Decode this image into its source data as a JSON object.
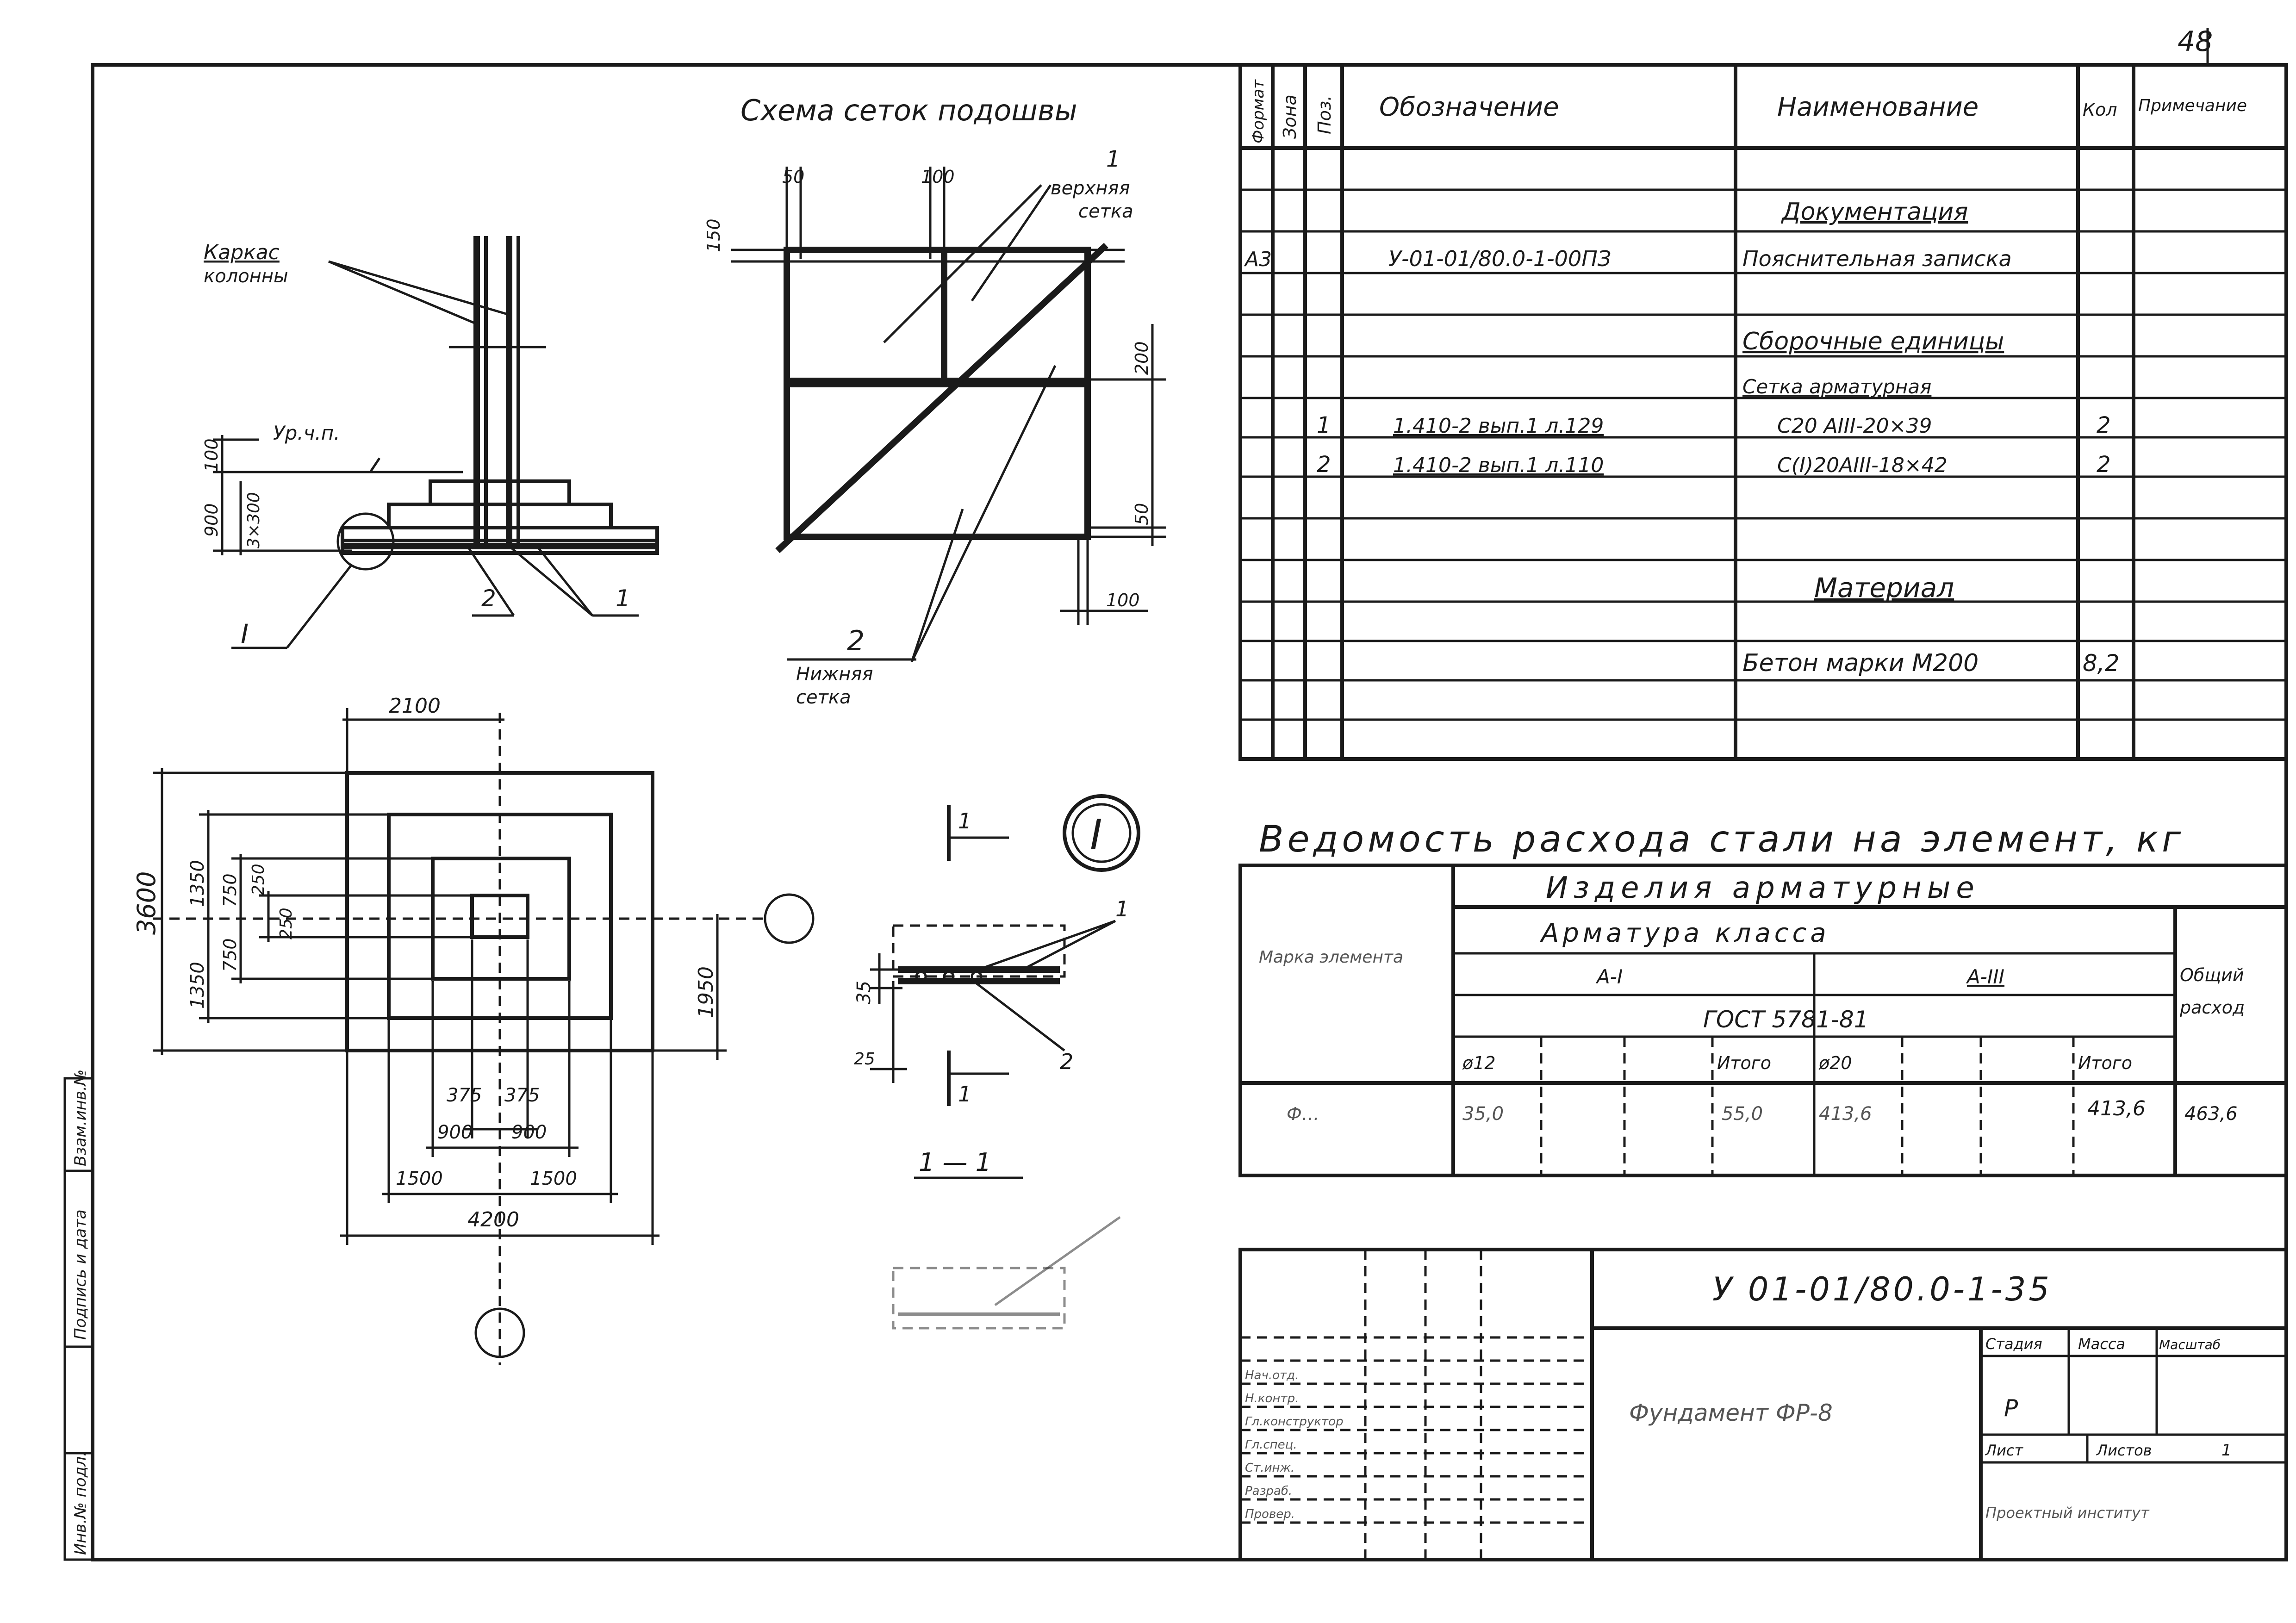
{
  "page_number": "48",
  "scheme": {
    "title": "Схема сеток подошвы",
    "upper_mesh_no": "1",
    "upper_mesh_label_1": "верхняя",
    "upper_mesh_label_2": "сетка",
    "lower_mesh_no": "2",
    "lower_mesh_label_1": "Нижняя",
    "lower_mesh_label_2": "сетка",
    "dims": [
      "50",
      "100",
      "150",
      "200",
      "50",
      "100"
    ]
  },
  "section_view": {
    "frame_label_1": "Каркас",
    "frame_label_2": "колонны",
    "level_label": "Ур.ч.п.",
    "dim_100": "100",
    "dim_900": "900",
    "dim_3x300": "3×300",
    "callout_roman": "I",
    "pos_2": "2",
    "pos_1": "1"
  },
  "plan_view": {
    "dim_2100": "2100",
    "dim_3600": "3600",
    "dim_1350_top": "1350",
    "dim_1350_bottom": "1350",
    "dim_750_top": "750",
    "dim_750_bottom": "750",
    "dim_250_top": "250",
    "dim_250_bottom": "250",
    "dim_1950": "1950",
    "dim_375_a": "375",
    "dim_375_b": "375",
    "dim_900_a": "900",
    "dim_900_b": "900",
    "dim_1500_a": "1500",
    "dim_1500_b": "1500",
    "dim_4200": "4200"
  },
  "detail_view": {
    "roman": "I",
    "cut_no": "1",
    "section_label": "1 — 1",
    "dim_35": "35",
    "dim_25": "25",
    "pos_1": "1",
    "pos_2": "2"
  },
  "spec_table": {
    "headers": [
      "Формат",
      "Зона",
      "Поз.",
      "Обозначение",
      "Наименование",
      "Кол",
      "Примечание"
    ],
    "rows": [
      {
        "fmt": "",
        "zone": "",
        "pos": "",
        "code": "",
        "name": "Документация",
        "qty": "",
        "note": "",
        "section": true
      },
      {
        "fmt": "А3",
        "zone": "",
        "pos": "",
        "code": "У-01-01/80.0-1-00ПЗ",
        "name": "Пояснительная записка",
        "qty": "",
        "note": "",
        "section": false
      },
      {
        "fmt": "",
        "zone": "",
        "pos": "",
        "code": "",
        "name": "",
        "qty": "",
        "note": "",
        "section": false
      },
      {
        "fmt": "",
        "zone": "",
        "pos": "",
        "code": "",
        "name": "Сборочные единицы",
        "qty": "",
        "note": "",
        "section": true
      },
      {
        "fmt": "",
        "zone": "",
        "pos": "",
        "code": "",
        "name": "Сетка арматурная",
        "qty": "",
        "note": "",
        "section": false
      },
      {
        "fmt": "",
        "zone": "",
        "pos": "1",
        "code": "1.410-2 вып.1 л.129",
        "name": "С20 АIII-20×39",
        "qty": "2",
        "note": "",
        "section": false
      },
      {
        "fmt": "",
        "zone": "",
        "pos": "2",
        "code": "1.410-2 вып.1 л.110",
        "name": "С(I)20АIII-18×42",
        "qty": "2",
        "note": "",
        "section": false
      },
      {
        "fmt": "",
        "zone": "",
        "pos": "",
        "code": "",
        "name": "",
        "qty": "",
        "note": "",
        "section": false
      },
      {
        "fmt": "",
        "zone": "",
        "pos": "",
        "code": "",
        "name": "Материал",
        "qty": "",
        "note": "",
        "section": true
      },
      {
        "fmt": "",
        "zone": "",
        "pos": "",
        "code": "",
        "name": "Бетон марки М200",
        "qty": "8,2",
        "note": "",
        "section": false
      }
    ]
  },
  "steel_table": {
    "title": "Ведомость расхода стали на элемент, кг",
    "products": "Изделия арматурные",
    "rebar_class": "Арматура класса",
    "mark_col": "Марка элемента",
    "class_a1": "А-I",
    "class_a3": "А-III",
    "gost": "ГОСТ 5781-81",
    "total_col_1": "Общий",
    "total_col_2": "расход",
    "subheaders": [
      "ø12",
      "Итого",
      "ø20",
      "Итого"
    ],
    "row": {
      "mark": "Ф…",
      "d12": "35,0",
      "total_a1": "55,0",
      "d20": "413,6",
      "total_a3": "413,6",
      "total": "463,6"
    }
  },
  "title_block": {
    "code": "У 01-01/80.0-1-35",
    "name": "Фундамент ФР-8",
    "stage_label": "Стадия",
    "stage_value": "Р",
    "mass_label": "Масса",
    "scale_label": "Масштаб",
    "sheet_label": "Лист",
    "sheets_label": "Листов",
    "sheets_value": "1",
    "org": "Проектный институт",
    "roles": [
      "Нач.отд.",
      "Н.контр.",
      "Гл.конструктор",
      "Гл.спец.",
      "Ст.инж.",
      "Разраб.",
      "Провер."
    ],
    "signature_names": [
      "…",
      "…",
      "…",
      "…",
      "…",
      "…",
      "…"
    ]
  },
  "side_stamp": {
    "inv": "Инв.№ подл.",
    "sign": "Подпись и дата",
    "replace": "Взам.инв.№"
  }
}
